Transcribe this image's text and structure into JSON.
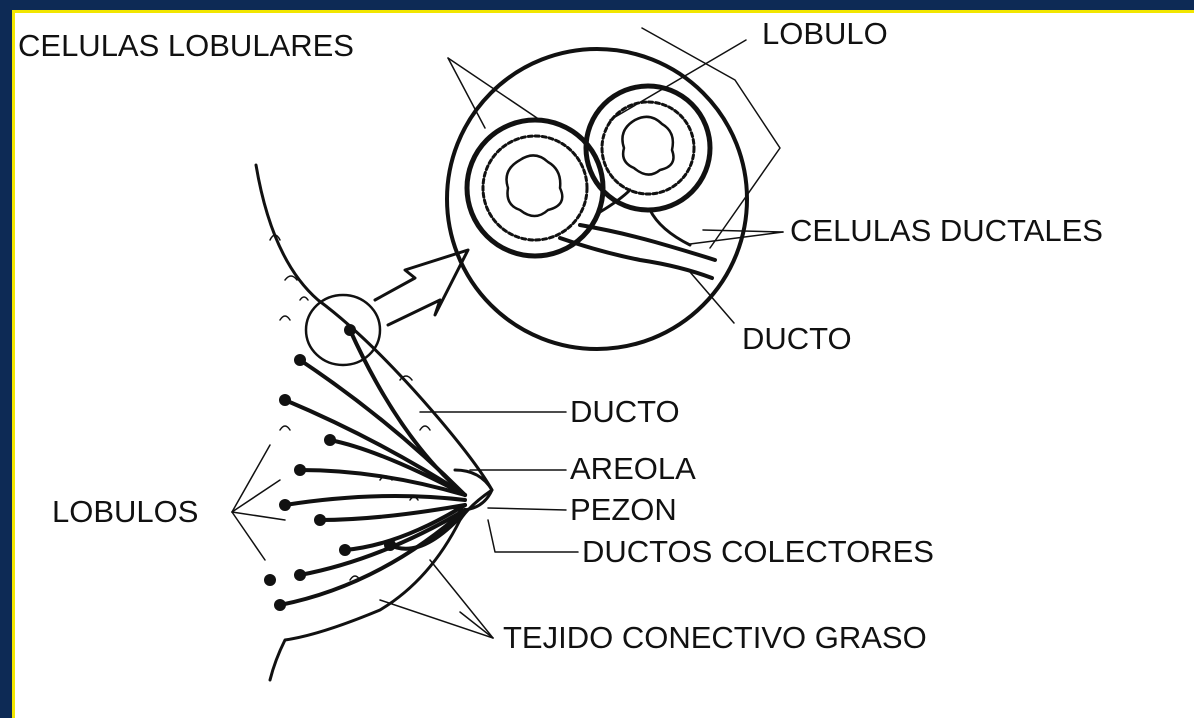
{
  "colors": {
    "background": "#0d2a55",
    "panel": "#ffffff",
    "border": "#f2e600",
    "ink": "#111111"
  },
  "labels": {
    "celulas_lobulares": "CELULAS LOBULARES",
    "lobulo": "LOBULO",
    "celulas_ductales": "CELULAS DUCTALES",
    "ducto_top": "DUCTO",
    "ducto": "DUCTO",
    "areola": "AREOLA",
    "pezon": "PEZON",
    "lobulos": "LOBULOS",
    "ductos_colectores": "DUCTOS COLECTORES",
    "tejido": "TEJIDO CONECTIVO GRASO"
  }
}
